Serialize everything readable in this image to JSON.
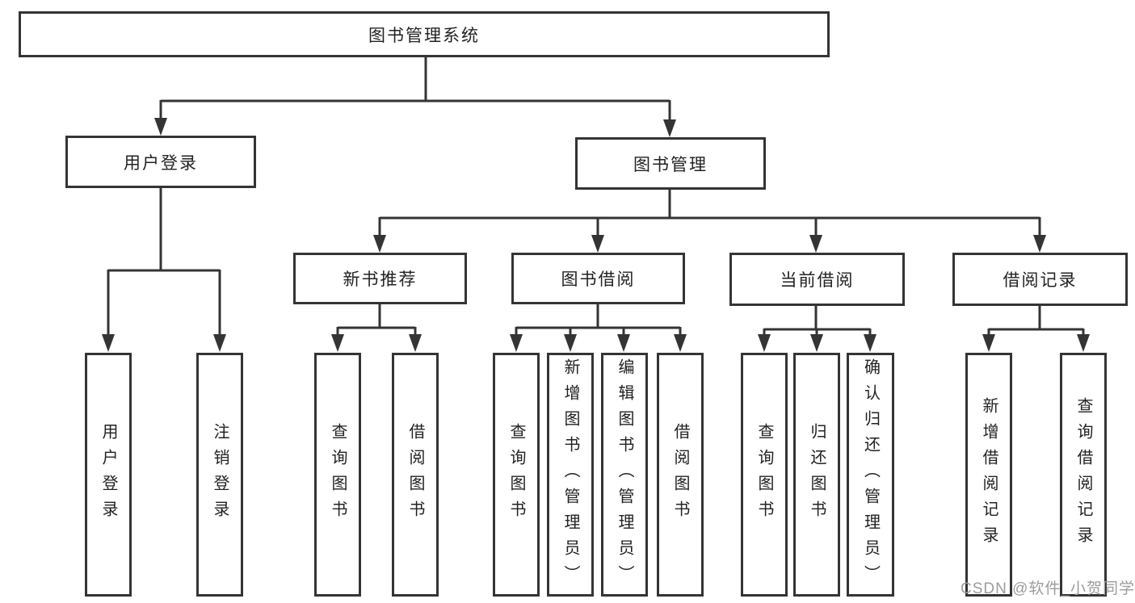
{
  "colors": {
    "line": "#343434",
    "box_border": "#343434",
    "text": "#222222",
    "watermark": "#9c9c9c",
    "background": "#ffffff"
  },
  "tree": {
    "root": {
      "label": "图书管理系统",
      "children": [
        {
          "label": "用户登录",
          "children": [
            {
              "label": "用户登录"
            },
            {
              "label": "注销登录"
            }
          ]
        },
        {
          "label": "图书管理",
          "children": [
            {
              "label": "新书推荐",
              "children": [
                {
                  "label": "查询图书"
                },
                {
                  "label": "借阅图书"
                }
              ]
            },
            {
              "label": "图书借阅",
              "children": [
                {
                  "label": "查询图书"
                },
                {
                  "label": "新增图书（管理员）"
                },
                {
                  "label": "编辑图书（管理员）"
                },
                {
                  "label": "借阅图书"
                }
              ]
            },
            {
              "label": "当前借阅",
              "children": [
                {
                  "label": "查询图书"
                },
                {
                  "label": "归还图书"
                },
                {
                  "label": "确认归还（管理员）"
                }
              ]
            },
            {
              "label": "借阅记录",
              "children": [
                {
                  "label": "新增借阅记录"
                },
                {
                  "label": "查询借阅记录"
                }
              ]
            }
          ]
        }
      ]
    }
  },
  "watermark": "CSDN @软件_小贺同学"
}
